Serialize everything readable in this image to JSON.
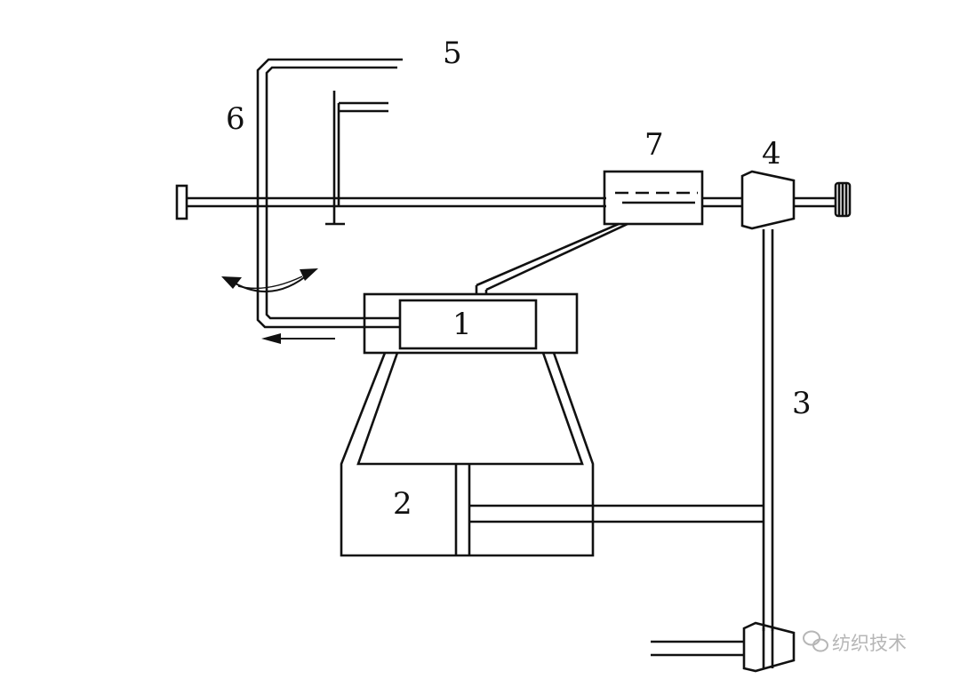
{
  "labels": {
    "l1": "1",
    "l2": "2",
    "l3": "3",
    "l4": "4",
    "l5": "5",
    "l6": "6",
    "l7": "7"
  },
  "watermark": {
    "text": "纺织技术",
    "icon": "wechat-icon"
  },
  "colors": {
    "line": "#111111",
    "background": "#ffffff",
    "watermark": "#b6b6b6"
  }
}
